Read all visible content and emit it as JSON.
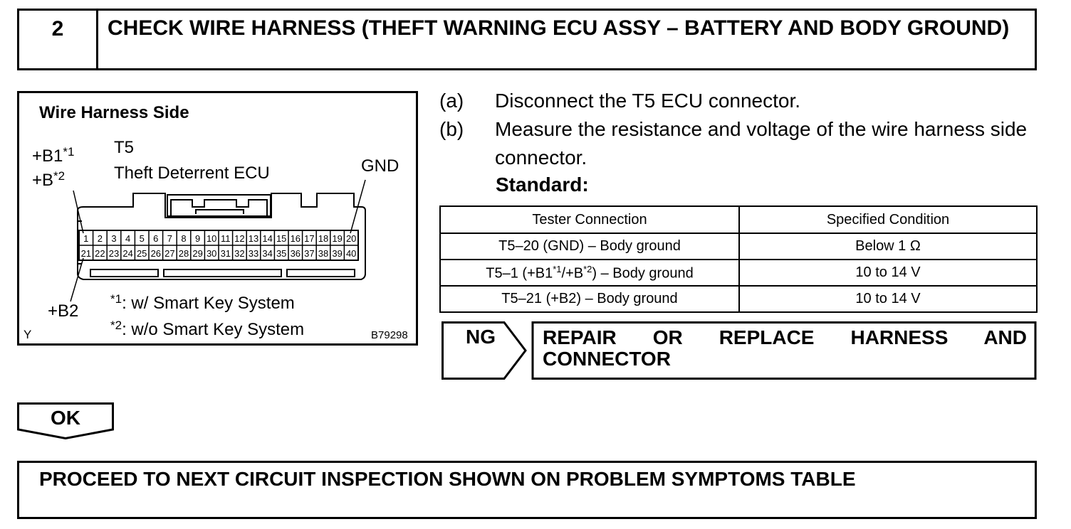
{
  "header": {
    "step_number": "2",
    "title": "CHECK WIRE HARNESS (THEFT WARNING ECU ASSY – BATTERY AND BODY GROUND)"
  },
  "diagram": {
    "heading": "Wire Harness Side",
    "connector_code": "T5",
    "connector_name": "Theft Deterrent ECU",
    "label_b1": "+B1",
    "label_b1_note": "*1",
    "label_b": "+B",
    "label_b_note": "*2",
    "label_gnd": "GND",
    "label_b2": "+B2",
    "top_pins": [
      "1",
      "2",
      "3",
      "4",
      "5",
      "6",
      "7",
      "8",
      "9",
      "10",
      "11",
      "12",
      "13",
      "14",
      "15",
      "16",
      "17",
      "18",
      "19",
      "20"
    ],
    "bottom_pins": [
      "21",
      "22",
      "23",
      "24",
      "25",
      "26",
      "27",
      "28",
      "29",
      "30",
      "31",
      "32",
      "33",
      "34",
      "35",
      "36",
      "37",
      "38",
      "39",
      "40"
    ],
    "note1_mark": "*1",
    "note1_text": ": w/ Smart Key System",
    "note2_mark": "*2",
    "note2_text": ": w/o Smart Key System",
    "corner_letter": "Y",
    "figure_id": "B79298"
  },
  "steps": [
    {
      "label": "(a)",
      "text": "Disconnect the T5 ECU connector."
    },
    {
      "label": "(b)",
      "text": "Measure the resistance and voltage of the wire harness side connector."
    }
  ],
  "standard_label": "Standard:",
  "table": {
    "headers": [
      "Tester Connection",
      "Specified Condition"
    ],
    "rows": [
      {
        "conn": "T5–20 (GND) – Body ground",
        "cond": "Below 1 Ω"
      },
      {
        "conn_pre": "T5–1 (+B1",
        "sup1": "*1",
        "conn_mid": "/+B",
        "sup2": "*2",
        "conn_post": ") – Body ground",
        "cond": "10 to 14 V"
      },
      {
        "conn": "T5–21 (+B2) – Body ground",
        "cond": "10 to 14 V"
      }
    ]
  },
  "ng": {
    "label": "NG",
    "action": "REPAIR OR REPLACE HARNESS AND CONNECTOR"
  },
  "ok": {
    "label": "OK"
  },
  "proceed": {
    "text": "PROCEED TO NEXT CIRCUIT INSPECTION SHOWN ON PROBLEM SYMPTOMS TABLE"
  }
}
